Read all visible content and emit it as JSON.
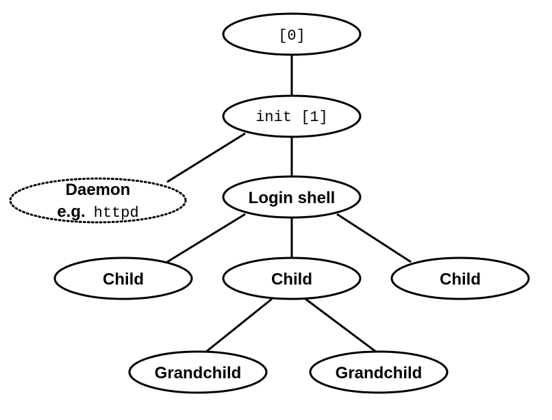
{
  "diagram": {
    "nodes": {
      "swapper": {
        "label": "[0]"
      },
      "init": {
        "label": "init [1]"
      },
      "daemon": {
        "label": "Daemon",
        "example_prefix": "e.g.",
        "example_value": "httpd"
      },
      "login_shell": {
        "label": "Login shell"
      },
      "child_left": {
        "label": "Child"
      },
      "child_middle": {
        "label": "Child"
      },
      "child_right": {
        "label": "Child"
      },
      "grandchild_left": {
        "label": "Grandchild"
      },
      "grandchild_right": {
        "label": "Grandchild"
      }
    },
    "edges": [
      {
        "from": "swapper",
        "to": "init"
      },
      {
        "from": "init",
        "to": "daemon"
      },
      {
        "from": "init",
        "to": "login_shell"
      },
      {
        "from": "login_shell",
        "to": "child_left"
      },
      {
        "from": "login_shell",
        "to": "child_middle"
      },
      {
        "from": "login_shell",
        "to": "child_right"
      },
      {
        "from": "child_middle",
        "to": "grandchild_left"
      },
      {
        "from": "child_middle",
        "to": "grandchild_right"
      }
    ]
  }
}
